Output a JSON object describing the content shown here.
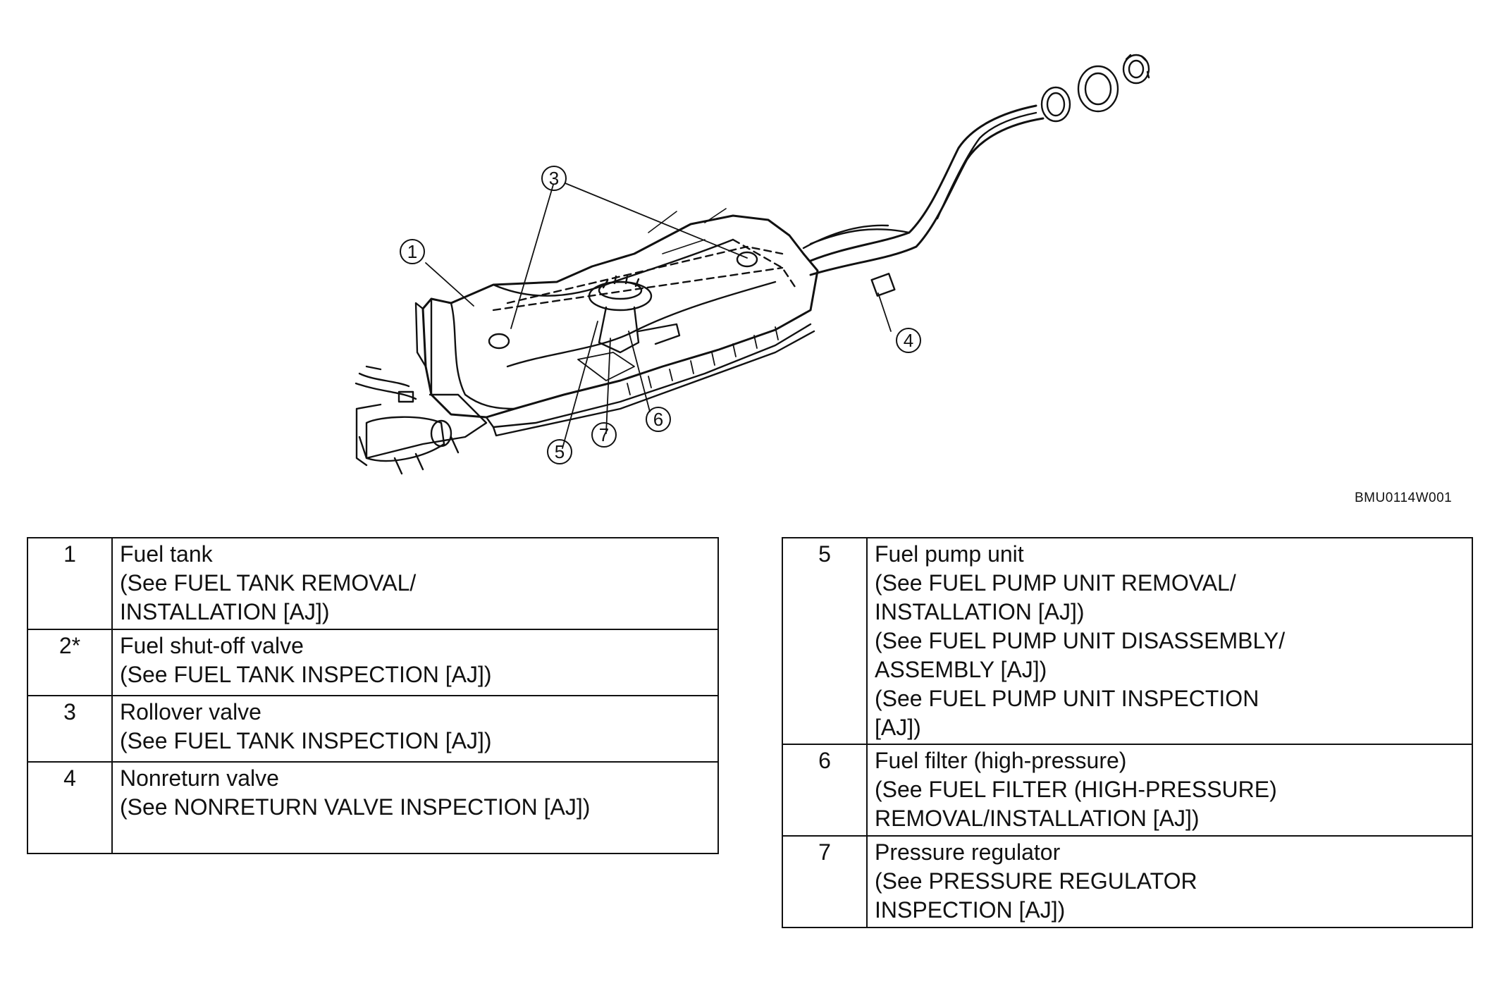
{
  "figure": {
    "code": "BMU0114W001",
    "callouts": [
      "1",
      "3",
      "4",
      "5",
      "6",
      "7"
    ]
  },
  "legend_left": [
    {
      "num": "1",
      "lines": [
        "Fuel tank",
        "(See FUEL TANK REMOVAL/",
        "INSTALLATION [AJ])"
      ]
    },
    {
      "num": "2*",
      "lines": [
        "Fuel shut-off valve",
        "(See FUEL TANK INSPECTION [AJ])"
      ]
    },
    {
      "num": "3",
      "lines": [
        "Rollover valve",
        "(See FUEL TANK INSPECTION [AJ])"
      ]
    },
    {
      "num": "4",
      "lines": [
        "Nonreturn valve",
        "(See NONRETURN VALVE  INSPECTION [AJ])"
      ]
    }
  ],
  "legend_right": [
    {
      "num": "5",
      "lines": [
        "Fuel pump unit",
        "(See FUEL PUMP UNIT REMOVAL/",
        "INSTALLATION [AJ])",
        "(See FUEL PUMP UNIT DISASSEMBLY/",
        "ASSEMBLY [AJ])",
        "(See FUEL PUMP UNIT INSPECTION",
        "[AJ])"
      ]
    },
    {
      "num": "6",
      "lines": [
        "Fuel filter (high-pressure)",
        "(See FUEL FILTER (HIGH-PRESSURE)",
        "REMOVAL/INSTALLATION [AJ])"
      ]
    },
    {
      "num": "7",
      "lines": [
        "Pressure regulator",
        "(See PRESSURE REGULATOR",
        "INSPECTION [AJ])"
      ]
    }
  ]
}
